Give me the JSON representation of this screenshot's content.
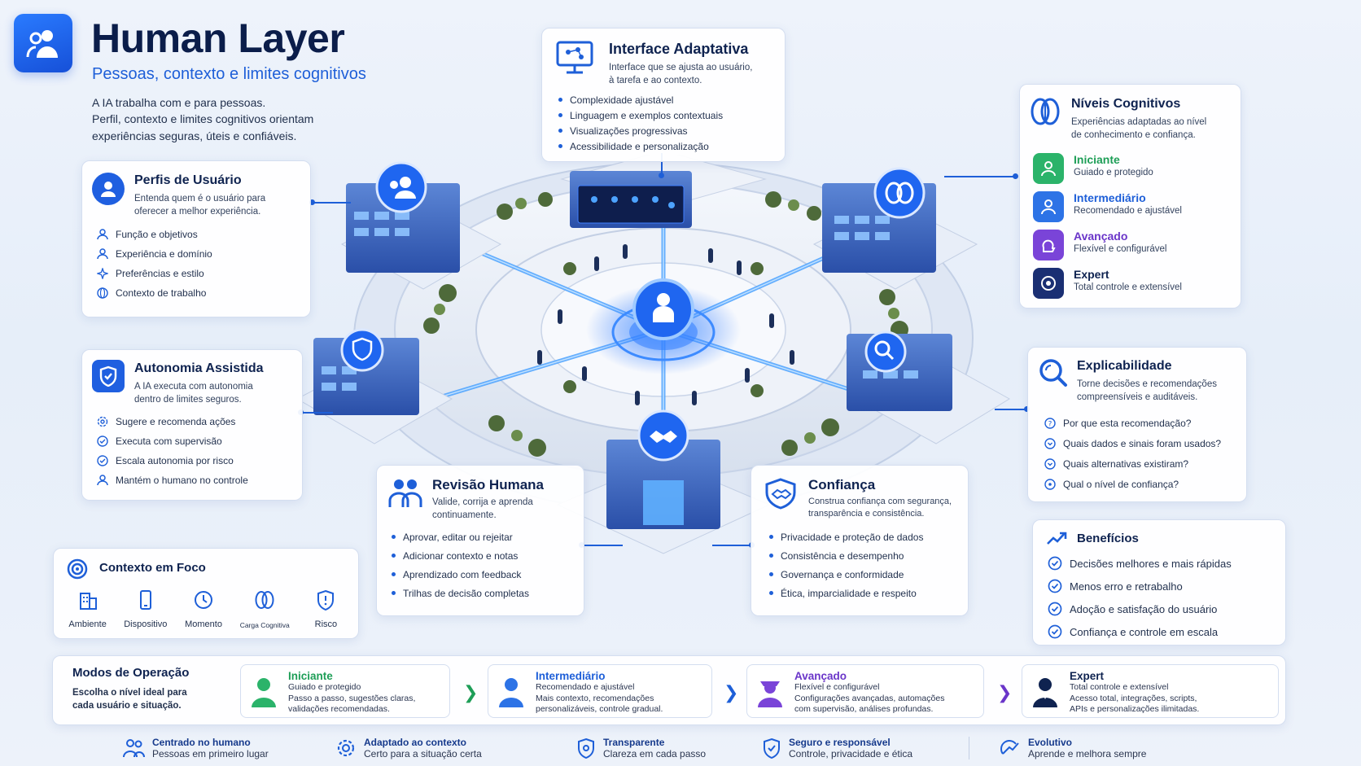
{
  "header": {
    "title": "Human Layer",
    "subtitle": "Pessoas, contexto e limites cognitivos",
    "intro": [
      "A IA trabalha com e para pessoas.",
      "Perfil, contexto e limites cognitivos orientam",
      "experiências seguras, úteis e confiáveis."
    ]
  },
  "interface": {
    "title": "Interface Adaptativa",
    "desc": [
      "Interface que se ajusta ao usuário,",
      "à tarefa e ao contexto."
    ],
    "items": [
      "Complexidade ajustável",
      "Linguagem e exemplos contextuais",
      "Visualizações progressivas",
      "Acessibilidade e personalização"
    ]
  },
  "perfis": {
    "title": "Perfis de Usuário",
    "desc": [
      "Entenda quem é o usuário para",
      "oferecer a melhor experiência."
    ],
    "items": [
      "Função e objetivos",
      "Experiência e domínio",
      "Preferências e estilo",
      "Contexto de trabalho"
    ]
  },
  "niveis": {
    "title": "Níveis Cognitivos",
    "desc": [
      "Experiências adaptadas ao nível",
      "de conhecimento e confiança."
    ],
    "items": [
      {
        "name": "Iniciante",
        "sub": "Guiado e protegido",
        "color": "#1e9e57",
        "bg": "#2bb36a"
      },
      {
        "name": "Intermediário",
        "sub": "Recomendado e ajustável",
        "color": "#1e5fd8",
        "bg": "#2d73e6"
      },
      {
        "name": "Avançado",
        "sub": "Flexível e configurável",
        "color": "#6a35c9",
        "bg": "#7a44d8"
      },
      {
        "name": "Expert",
        "sub": "Total controle e extensível",
        "color": "#0f2350",
        "bg": "#1a2f73"
      }
    ]
  },
  "autonomia": {
    "title": "Autonomia Assistida",
    "desc": [
      "A IA executa com autonomia",
      "dentro de limites seguros."
    ],
    "items": [
      "Sugere e recomenda ações",
      "Executa com supervisão",
      "Escala autonomia por risco",
      "Mantém o humano no controle"
    ]
  },
  "explicabilidade": {
    "title": "Explicabilidade",
    "desc": [
      "Torne decisões e recomendações",
      "compreensíveis e auditáveis."
    ],
    "items": [
      "Por que esta recomendação?",
      "Quais dados e sinais foram usados?",
      "Quais alternativas existiram?",
      "Qual o nível de confiança?"
    ]
  },
  "revisao": {
    "title": "Revisão Humana",
    "desc": [
      "Valide, corrija e aprenda",
      "continuamente."
    ],
    "items": [
      "Aprovar, editar ou rejeitar",
      "Adicionar contexto e notas",
      "Aprendizado com feedback",
      "Trilhas de decisão completas"
    ]
  },
  "confianca": {
    "title": "Confiança",
    "desc": [
      "Construa confiança com segurança,",
      "transparência e consistência."
    ],
    "items": [
      "Privacidade e proteção de dados",
      "Consistência e desempenho",
      "Governança e conformidade",
      "Ética, imparcialidade e respeito"
    ]
  },
  "contexto": {
    "title": "Contexto em Foco",
    "items": [
      {
        "label": "Ambiente",
        "icon": "building-icon"
      },
      {
        "label": "Dispositivo",
        "icon": "phone-icon"
      },
      {
        "label": "Momento",
        "icon": "clock-icon"
      },
      {
        "label": "Carga Cognitiva",
        "icon": "brain-icon"
      },
      {
        "label": "Risco",
        "icon": "shield-alert-icon"
      }
    ]
  },
  "beneficios": {
    "title": "Benefícios",
    "items": [
      "Decisões melhores e mais rápidas",
      "Menos erro e retrabalho",
      "Adoção e satisfação do usuário",
      "Confiança e controle em escala"
    ]
  },
  "modos": {
    "title": "Modos de Operação",
    "desc": [
      "Escolha o nível ideal para",
      "cada usuário e situação."
    ],
    "items": [
      {
        "name": "Iniciante",
        "lines": [
          "Guiado e protegido",
          "Passo a passo, sugestões claras,",
          "validações recomendadas."
        ],
        "color": "#1e9e57"
      },
      {
        "name": "Intermediário",
        "lines": [
          "Recomendado e ajustável",
          "Mais contexto, recomendações",
          "personalizáveis, controle gradual."
        ],
        "color": "#1e5fd8"
      },
      {
        "name": "Avançado",
        "lines": [
          "Flexível e configurável",
          "Configurações avançadas, automações",
          "com supervisão, análises profundas."
        ],
        "color": "#6a35c9"
      },
      {
        "name": "Expert",
        "lines": [
          "Total controle e extensível",
          "Acesso total, integrações, scripts,",
          "APIs e personalizações ilimitadas."
        ],
        "color": "#0f2350"
      }
    ]
  },
  "footer": [
    {
      "title": "Centrado no humano",
      "sub": "Pessoas em primeiro lugar",
      "icon": "people-icon"
    },
    {
      "title": "Adaptado ao contexto",
      "sub": "Certo para a situação certa",
      "icon": "gear-icon"
    },
    {
      "title": "Transparente",
      "sub": "Clareza em cada passo",
      "icon": "shield-icon"
    },
    {
      "title": "Seguro e responsável",
      "sub": "Controle, privacidade e ética",
      "icon": "shield-check-icon"
    },
    {
      "title": "Evolutivo",
      "sub": "Aprende e melhora sempre",
      "icon": "growth-icon"
    }
  ]
}
